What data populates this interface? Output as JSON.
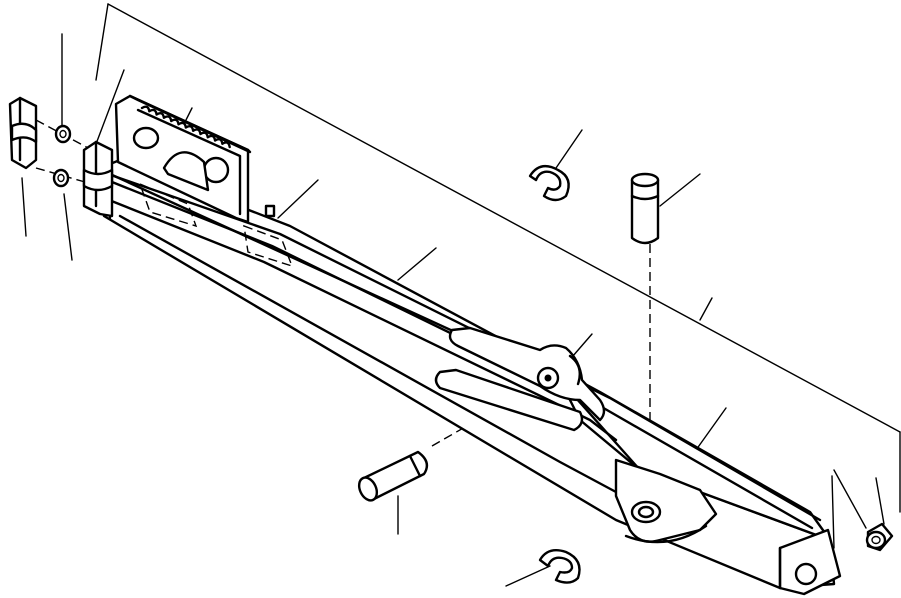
{
  "diagram": {
    "parts": [
      "arm-body",
      "bucket-tooth-plate",
      "end-clamp-block",
      "clamp-cap",
      "washer",
      "lock-ring",
      "pin",
      "bushing",
      "link-bracket"
    ]
  }
}
